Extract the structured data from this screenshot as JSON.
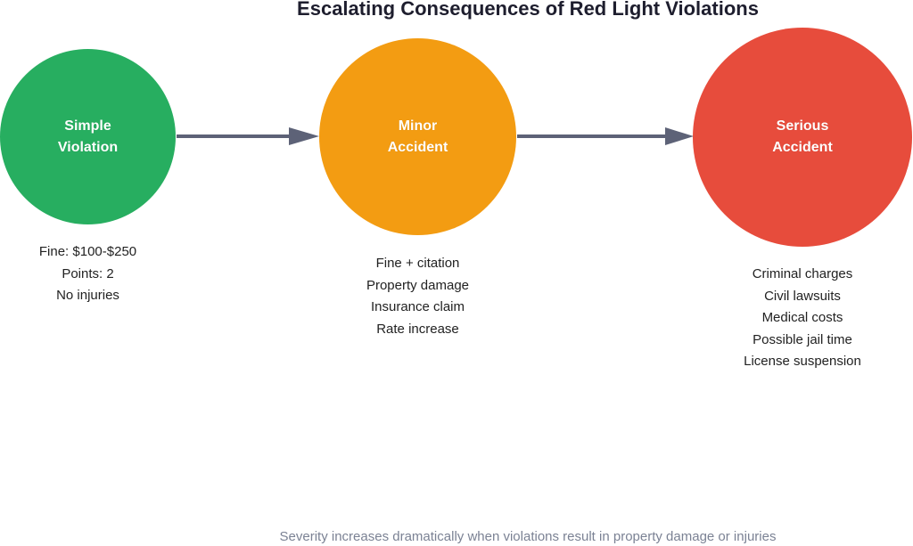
{
  "title": "Escalating Consequences of Red Light Violations",
  "stages": [
    {
      "label_line1": "Simple",
      "label_line2": "Violation",
      "color": "#27ae60",
      "details": [
        "Fine: $100-$250",
        "Points: 2",
        "No injuries"
      ]
    },
    {
      "label_line1": "Minor",
      "label_line2": "Accident",
      "color": "#f39c12",
      "details": [
        "Fine + citation",
        "Property damage",
        "Insurance claim",
        "Rate increase"
      ]
    },
    {
      "label_line1": "Serious",
      "label_line2": "Accident",
      "color": "#e74c3c",
      "details": [
        "Criminal charges",
        "Civil lawsuits",
        "Medical costs",
        "Possible jail time",
        "License suspension"
      ]
    }
  ],
  "arrow_color": "#5d6277",
  "footer": "Severity increases dramatically when violations result in property damage or injuries"
}
